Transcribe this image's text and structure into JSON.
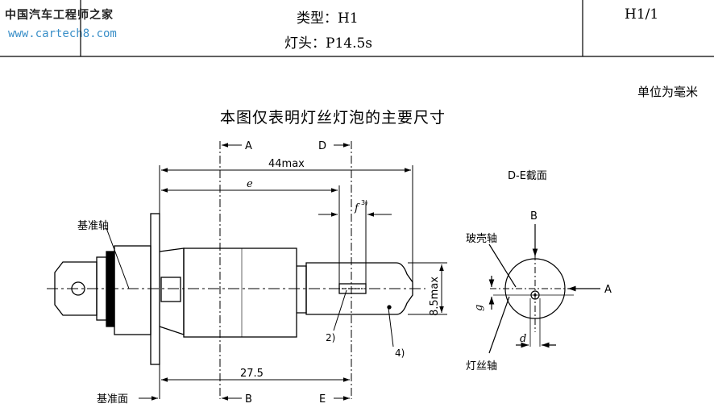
{
  "header": {
    "watermark_cn": "中国汽车工程师之家",
    "watermark_url": "www.cartech8.com",
    "type_label": "类型：H1",
    "cap_label": "灯头：P14.5s",
    "sheet_id": "H1/1"
  },
  "unit_note": "单位为毫米",
  "title": "本图仅表明灯丝灯泡的主要尺寸",
  "labels": {
    "datum_axis": "基准轴",
    "datum_plane": "基准面",
    "section_a": "A",
    "section_b": "B",
    "section_d": "D",
    "section_e": "E",
    "dim_44max": "44max",
    "dim_e": "e",
    "dim_f": "f",
    "dim_f_sup": "3)",
    "dim_85max": "8.5max",
    "dim_275": "27.5",
    "note_2": "2)",
    "note_4": "4)",
    "section_title": "D-E截面",
    "section_view_b": "B",
    "section_view_a": "A",
    "glass_axis": "玻壳轴",
    "filament_axis": "灯丝轴",
    "dim_g": "g",
    "dim_d": "d"
  }
}
